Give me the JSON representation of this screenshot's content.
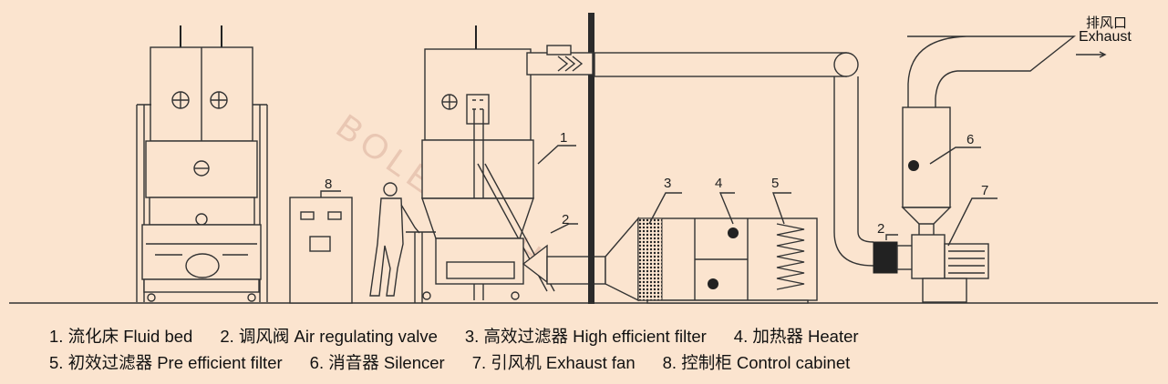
{
  "watermark": "BOLE TECH",
  "exhaust": {
    "zh": "排风口",
    "en": "Exhaust"
  },
  "callouts": [
    "1",
    "2",
    "2",
    "3",
    "4",
    "5",
    "6",
    "7",
    "8"
  ],
  "legend": {
    "row1": [
      "1. 流化床 Fluid bed",
      "2. 调风阀 Air regulating valve",
      "3. 高效过滤器 High efficient filter",
      "4. 加热器 Heater"
    ],
    "row2": [
      "5. 初效过滤器 Pre efficient filter",
      "6. 消音器 Silencer",
      "7. 引风机 Exhaust fan",
      "8. 控制柜 Control cabinet"
    ]
  }
}
